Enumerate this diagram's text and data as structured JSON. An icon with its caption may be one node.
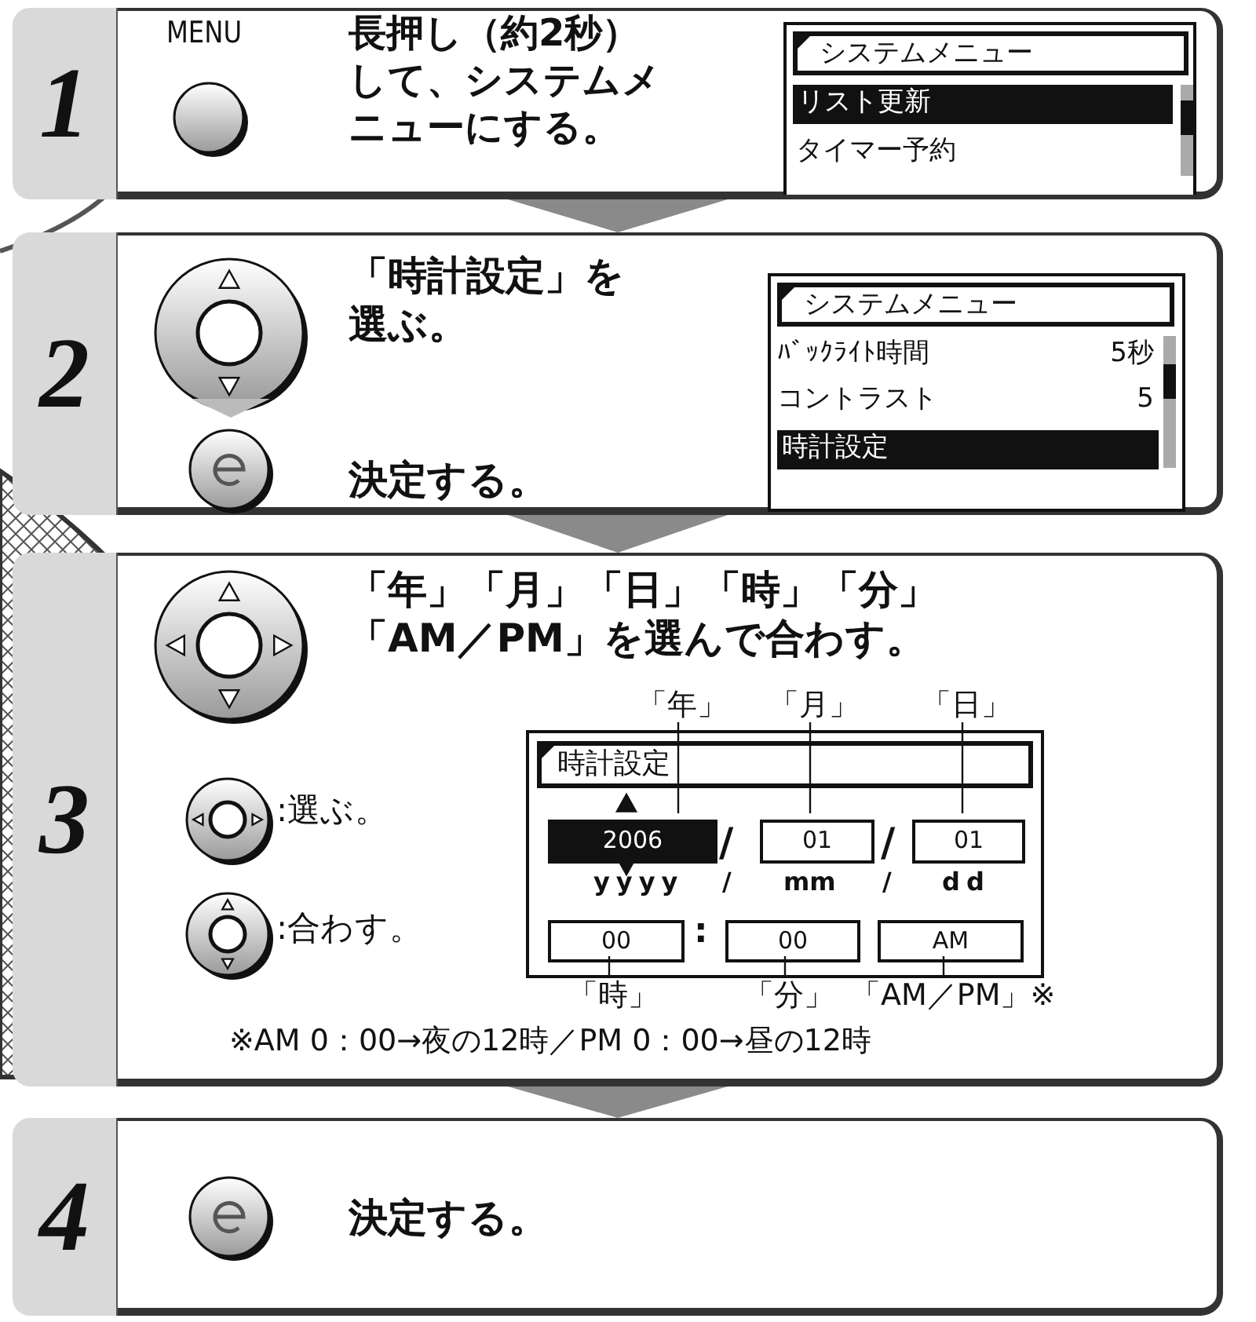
{
  "diagram": {
    "nodes": [
      {
        "text": [
          "1",
          "MENU",
          "**長押し**（約2秒）**して、システムメニューにする。**"
        ]
      },
      {
        "text": [
          "システムメニュー",
          "リスト更新",
          "タイマー予約"
        ],
        "in": 0
      },
      {
        "text": [
          "2",
          "「時計設定」を選ぶ。",
          "決定する。"
        ]
      },
      {
        "text": [
          "システムメニュー",
          "ﾊﾞｯｸﾗｲﾄ時間",
          "5秒",
          "コントラスト",
          "5",
          "時計設定"
        ],
        "in": 2
      },
      {
        "text": [
          "3",
          "「年」「月」「日」「時」「分」「AM／PM」を選んで合わす。",
          ":選ぶ。",
          ":合わす。",
          "※AM 0：00→夜の12時／PM 0：00→昼の12時"
        ]
      },
      {
        "text": [
          "時計設定",
          "/",
          "/",
          "yyyy",
          "/",
          "mm",
          "/",
          "dd",
          ":"
        ],
        "in": 4
      },
      {
        "text": [
          "2006"
        ],
        "in": 5
      },
      {
        "text": [
          "01"
        ],
        "in": 5
      },
      {
        "text": [
          "01"
        ],
        "in": 5
      },
      {
        "text": [
          "00"
        ],
        "in": 5
      },
      {
        "text": [
          "00"
        ],
        "in": 5
      },
      {
        "text": [
          "AM"
        ],
        "in": 5
      },
      {
        "text": [
          "「年」"
        ],
        "in": 4
      },
      {
        "text": [
          "「月」"
        ],
        "in": 4
      },
      {
        "text": [
          "「日」"
        ],
        "in": 4
      },
      {
        "text": [
          "「時」"
        ],
        "in": 4
      },
      {
        "text": [
          "「分」"
        ],
        "in": 4
      },
      {
        "text": [
          "「AM／PM」※"
        ],
        "in": 4
      },
      {
        "text": [
          "4",
          "決定する。"
        ]
      }
    ],
    "edges": [
      {
        "from": 0,
        "to": 2,
        "arrow": "to"
      },
      {
        "from": 2,
        "to": 4,
        "arrow": "to"
      },
      {
        "from": 4,
        "to": 18,
        "arrow": "to"
      },
      {
        "from": 12,
        "to": 6,
        "arrow": "none"
      },
      {
        "from": 13,
        "to": 7,
        "arrow": "none"
      },
      {
        "from": 14,
        "to": 8,
        "arrow": "none"
      },
      {
        "from": 15,
        "to": 9,
        "arrow": "none"
      },
      {
        "from": 16,
        "to": 10,
        "arrow": "none"
      },
      {
        "from": 17,
        "to": 11,
        "arrow": "none"
      }
    ]
  }
}
